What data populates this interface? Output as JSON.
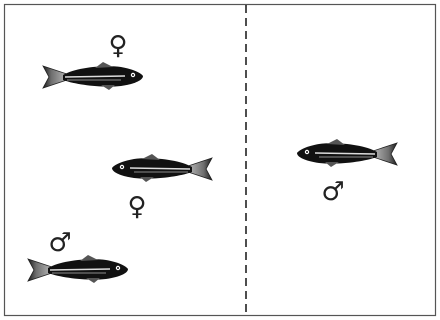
{
  "diagram": {
    "left_compartment": {
      "fish": [
        {
          "symbol": "♀",
          "facing": "right"
        },
        {
          "symbol": "♀",
          "facing": "left"
        },
        {
          "symbol": "♂",
          "facing": "right"
        }
      ]
    },
    "right_compartment": {
      "fish": [
        {
          "symbol": "♂",
          "facing": "left"
        }
      ]
    },
    "colors": {
      "fish_body": "#111111",
      "fish_tail": "#9a9a9a",
      "stripe": "#dcdcdc",
      "divider": "#222222",
      "border": "#555555"
    }
  }
}
